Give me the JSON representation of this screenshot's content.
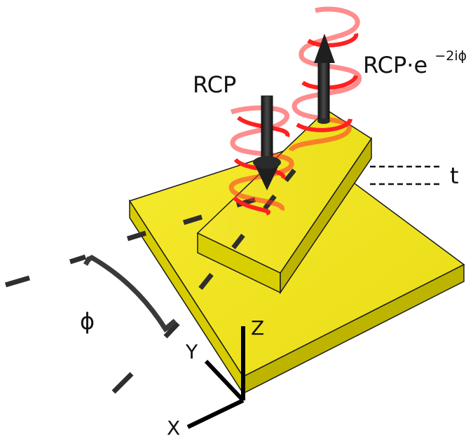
{
  "labels": {
    "rcp_in": "RCP",
    "rcp_out_base": "RCP·e",
    "rcp_out_exp": "−2iϕ",
    "thickness": "t",
    "angle": "ϕ"
  },
  "axes": {
    "x": "X",
    "y": "Y",
    "z": "Z"
  },
  "colors": {
    "slab_top": "#f2e622",
    "slab_side": "#c9c000",
    "slab_dark": "#a9a100",
    "beam": "#ff2a2a",
    "arrow": "#2b2b2b",
    "outline": "#1a1a1a"
  }
}
